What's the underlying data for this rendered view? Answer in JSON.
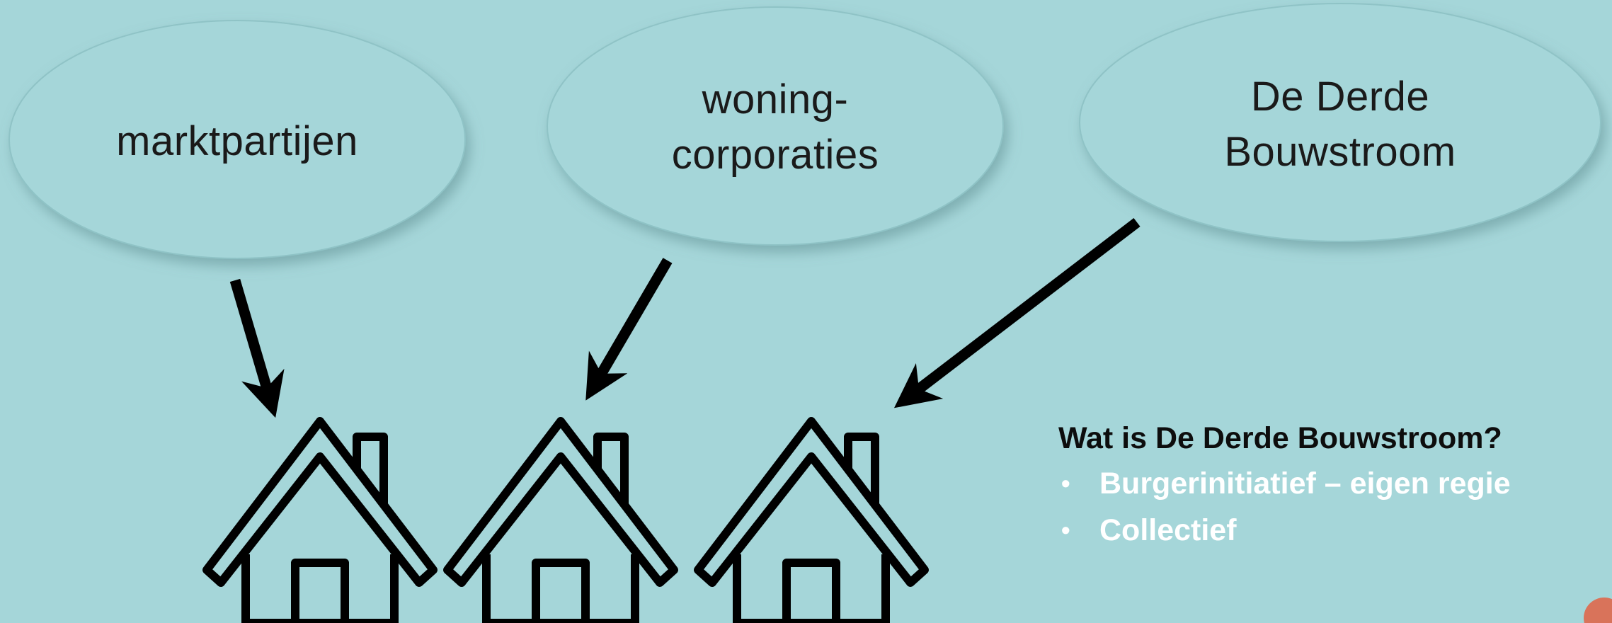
{
  "ellipses": [
    {
      "label": "marktpartijen"
    },
    {
      "label": "woning-\ncorporaties"
    },
    {
      "label": "De Derde\nBouwstroom"
    }
  ],
  "info": {
    "title": "Wat is De Derde Bouwstroom?",
    "bullets": [
      "Burgerinitiatief – eigen regie",
      "Collectief"
    ]
  },
  "icons": {
    "house": "house-icon",
    "arrow": "arrow-icon"
  },
  "colors": {
    "background": "#a5d6d9",
    "ellipse_fill": "#a5d6d9",
    "ink": "#000000",
    "bullet_text": "#ffffff"
  }
}
